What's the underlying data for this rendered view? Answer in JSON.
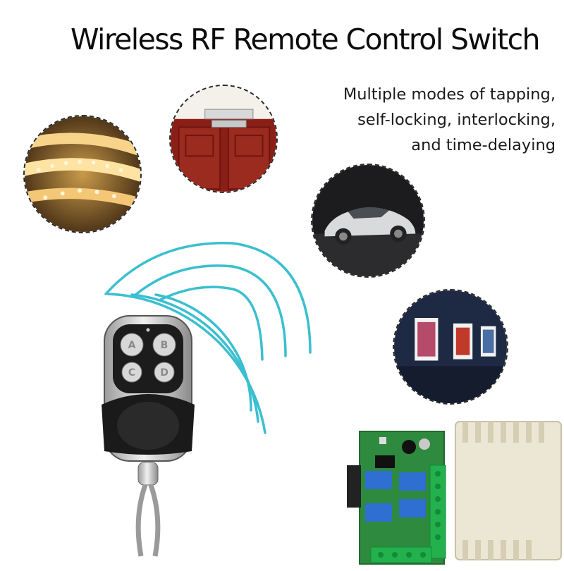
{
  "header": {
    "title": "Wireless RF Remote Control Switch",
    "subtitle_lines": [
      "Multiple modes of tapping,",
      "self-locking, interlocking,",
      "and time-delaying"
    ]
  },
  "remote": {
    "buttons": [
      "A",
      "B",
      "C",
      "D"
    ]
  },
  "colors": {
    "wave": "#3bbfd0",
    "circle_border": "#2a2a2a",
    "pcb_green": "#2d8a3e",
    "relay_blue": "#2f6fd1",
    "terminal_green": "#22b14c",
    "case_beige": "#ece6d4"
  },
  "icons": [
    "led-strip-image",
    "door-lock-image",
    "car-image",
    "gallery-image"
  ]
}
